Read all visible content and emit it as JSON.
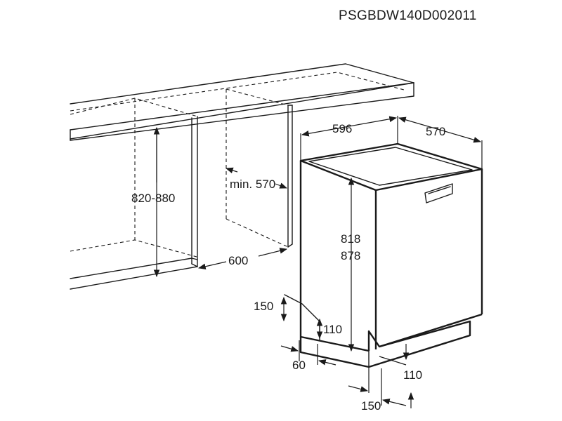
{
  "drawing_code": "PSGBDW140D002011",
  "dimensions": {
    "niche_width": "596",
    "niche_depth_top": "570",
    "niche_depth_min": "min. 570",
    "niche_height": "820-880",
    "niche_width_front": "600",
    "appliance_height_line1": "818",
    "appliance_height_line2": "878",
    "plinth_height_left": "150",
    "plinth_110_left": "110",
    "plinth_depth_60": "60",
    "plinth_110_bottom": "110",
    "plinth_height_bottom": "150"
  }
}
